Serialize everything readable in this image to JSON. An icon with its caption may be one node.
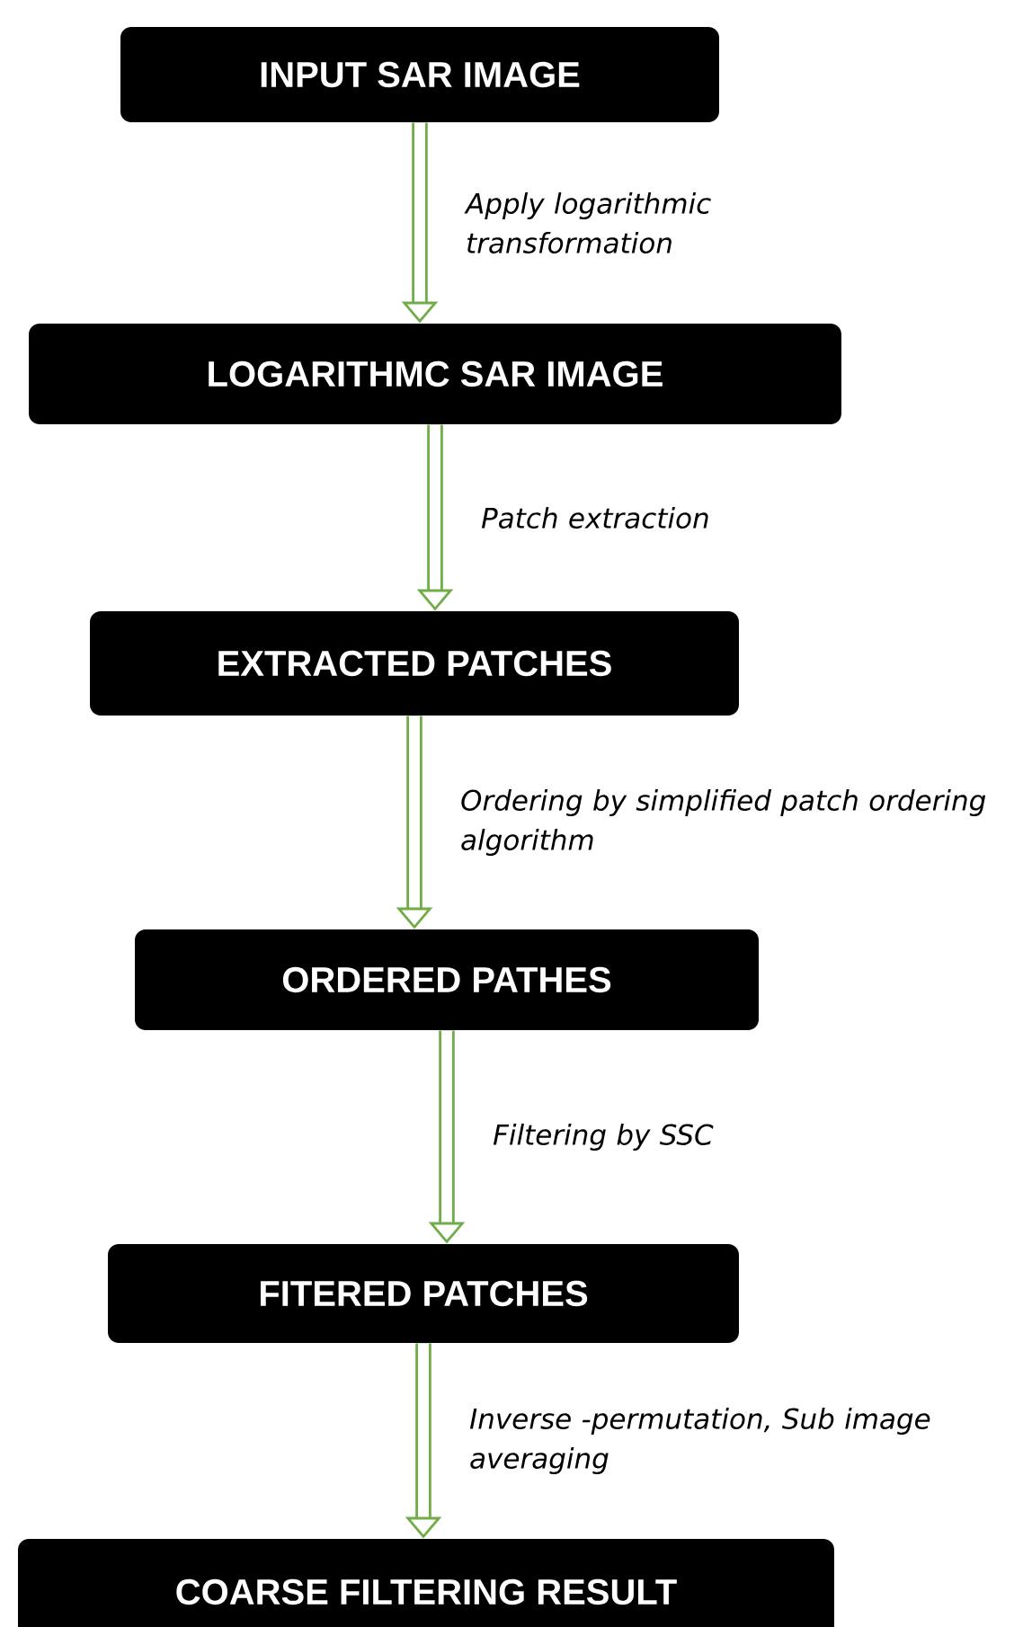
{
  "diagram": {
    "nodes": [
      {
        "text": [
          "INPUT SAR IMAGE"
        ]
      },
      {
        "text": [
          "LOGARITHMC SAR IMAGE"
        ]
      },
      {
        "text": [
          "EXTRACTED PATCHES"
        ]
      },
      {
        "text": [
          "ORDERED PATHES"
        ]
      },
      {
        "text": [
          "FITERED PATCHES"
        ]
      },
      {
        "text": [
          "COARSE FILTERING RESULT"
        ]
      }
    ],
    "edges": [
      {
        "from": 0,
        "to": 1,
        "arrow": "to",
        "label": "Apply logarithmic transformation"
      },
      {
        "from": 1,
        "to": 2,
        "arrow": "to",
        "label": "Patch extraction"
      },
      {
        "from": 2,
        "to": 3,
        "arrow": "to",
        "label": "Ordering by simplified patch ordering algorithm"
      },
      {
        "from": 3,
        "to": 4,
        "arrow": "to",
        "label": "Filtering by SSC"
      },
      {
        "from": 4,
        "to": 5,
        "arrow": "to",
        "label": "Inverse -permutation, Sub image averaging"
      }
    ]
  }
}
